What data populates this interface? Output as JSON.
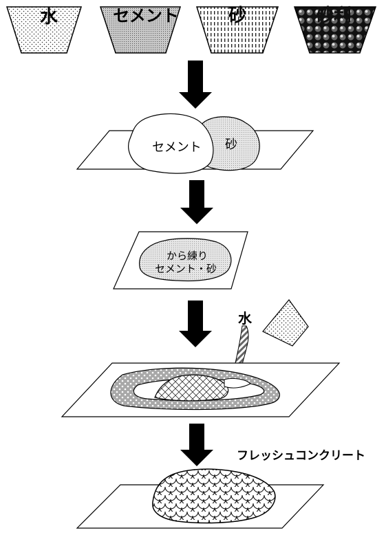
{
  "ingredients": [
    {
      "label": "水"
    },
    {
      "label": "セメント"
    },
    {
      "label": "砂"
    },
    {
      "label": "砂利"
    }
  ],
  "step1": {
    "cement_label": "セメント",
    "sand_label": "砂"
  },
  "step2": {
    "line1": "から練り",
    "line2": "セメント・砂"
  },
  "step3": {
    "water_label": "水"
  },
  "result": {
    "label": "フレッシュコンクリート"
  }
}
